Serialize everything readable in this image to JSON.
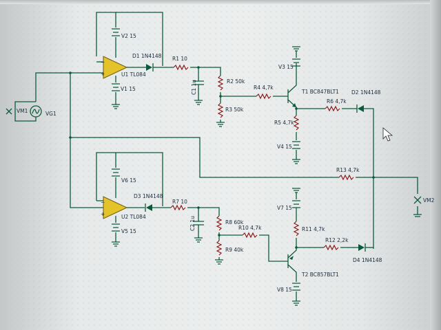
{
  "labels": {
    "v2": "V2 15",
    "v1": "V1 15",
    "u1": "U1 TL084",
    "d1": "D1 1N4148",
    "r1": "R1 10",
    "c1": "C1 1u",
    "r2": "R2 50k",
    "r3": "R3 50k",
    "r4": "R4 4,7k",
    "t1": "T1 BC847BLT1",
    "v3": "V3 15",
    "r5": "R5 4,7k",
    "v4": "V4 15",
    "r6": "R6 4,7k",
    "d2": "D2 1N4148",
    "vm1": "VM1",
    "vg1": "VG1",
    "r13": "R13 4,7k",
    "vm2": "VM2",
    "v6": "V6 15",
    "v5": "V5 15",
    "u2": "U2 TL084",
    "d3": "D3 1N4148",
    "r7": "R7 10",
    "c2": "C2 1u",
    "r8": "R8 60k",
    "r9": "R9 40k",
    "r10": "R10 4,7k",
    "v7": "V7 15",
    "r11": "R11 4,7k",
    "r12": "R12 2,2k",
    "d4": "D4 1N4148",
    "t2": "T2 BC857BLT1",
    "v8": "V8 15"
  },
  "colors": {
    "wire": "#0b5a3b",
    "opamp": "#e3c22a",
    "resistor": "#8a1a1a",
    "grid_dot": "#b9bdbd"
  }
}
